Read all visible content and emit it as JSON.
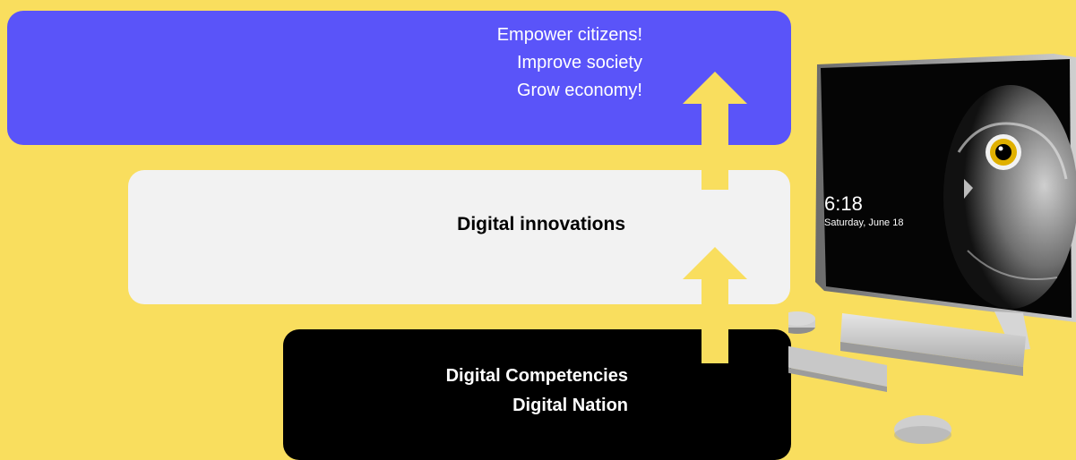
{
  "top_box": {
    "lines": [
      "Empower citizens!",
      "Improve society",
      "Grow economy!"
    ]
  },
  "middle_box": {
    "label": "Digital innovations"
  },
  "bottom_box": {
    "lines": [
      "Digital Competencies",
      "Digital Nation"
    ]
  },
  "computer_screen": {
    "time": "6:18",
    "date": "Saturday, June 18"
  },
  "colors": {
    "background": "#f9de5e",
    "top_box": "#5a54f9",
    "middle_box": "#f2f2f2",
    "bottom_box": "#000000",
    "arrow": "#f9de5e"
  }
}
